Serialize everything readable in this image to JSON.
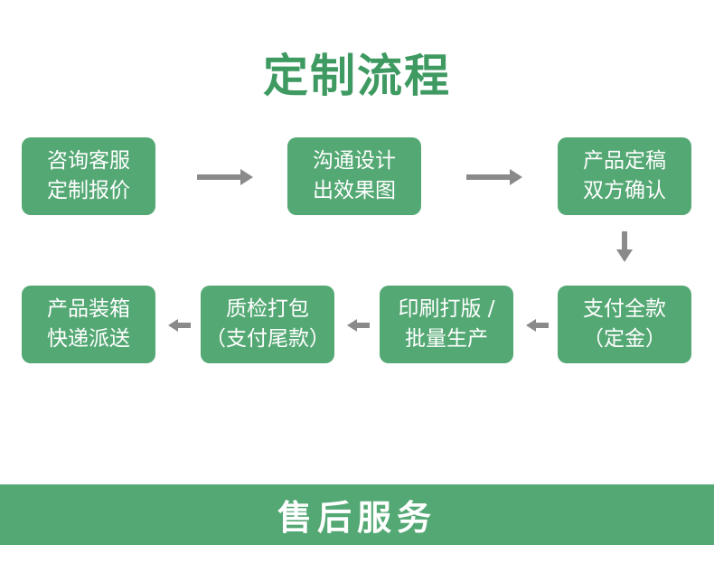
{
  "title": "定制流程",
  "steps": [
    {
      "line1": "咨询客服",
      "line2": "定制报价"
    },
    {
      "line1": "沟通设计",
      "line2": "出效果图"
    },
    {
      "line1": "产品定稿",
      "line2": "双方确认"
    },
    {
      "line1": "支付全款",
      "line2": "（定金）"
    },
    {
      "line1": "印刷打版 /",
      "line2": "批量生产"
    },
    {
      "line1": "质检打包",
      "line2": "（支付尾款）"
    },
    {
      "line1": "产品装箱",
      "line2": "快递派送"
    }
  ],
  "footer": "售后服务",
  "colors": {
    "accent": "#54a874",
    "title": "#3f9a62",
    "arrow": "#8a8a8a"
  }
}
